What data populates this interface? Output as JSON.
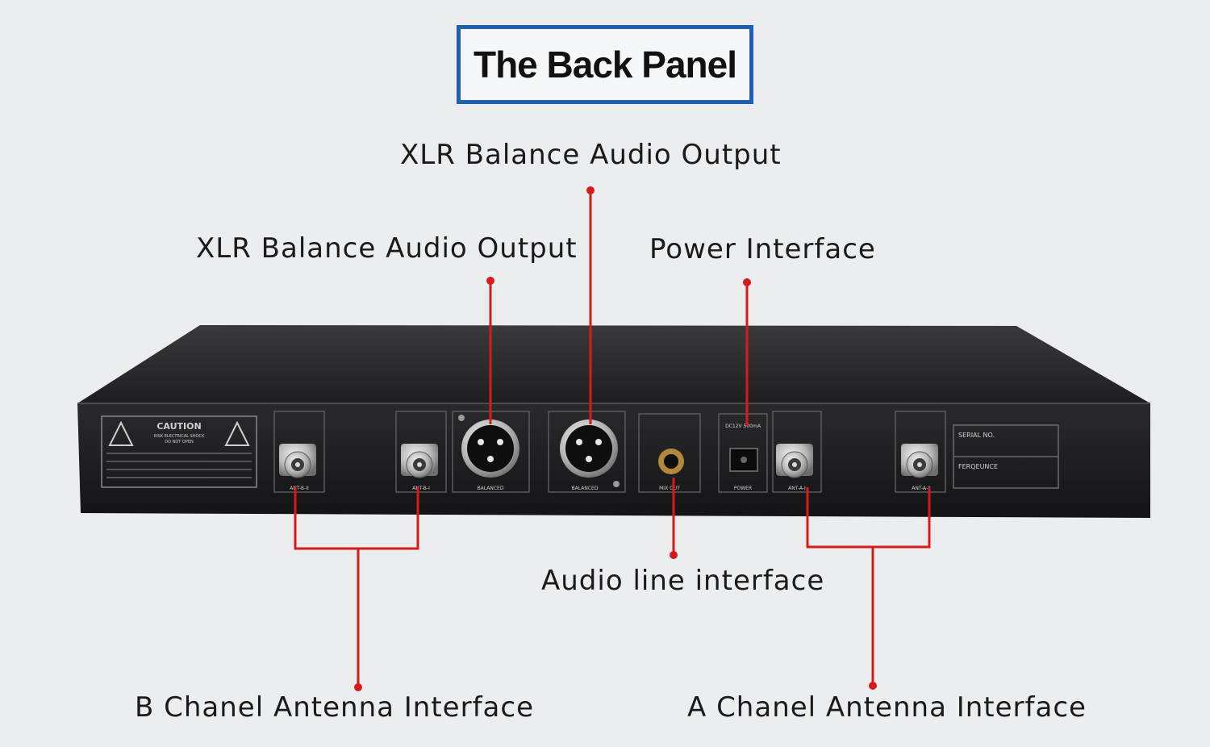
{
  "title": "The Back Panel",
  "callouts": {
    "xlr_output_top": "XLR Balance Audio Output",
    "xlr_output_left": "XLR Balance Audio Output",
    "power_interface": "Power Interface",
    "audio_line_interface": "Audio line interface",
    "b_channel_antenna": "B Chanel  Antenna Interface",
    "a_channel_antenna": "A Chanel  Antenna Interface"
  },
  "panel": {
    "caution_title": "CAUTION",
    "caution_sub": "RISK ELECTRICAL SHOCK",
    "caution_sub2": "DO NOT OPEN",
    "serial_label": "SERIAL NO.",
    "frequency_label": "FERQEUNCE",
    "port_labels": {
      "ant_b_left": "ANT-B-II",
      "ant_b_right": "ANT-B-I",
      "balanced_1": "BALANCED",
      "balanced_2": "BALANCED",
      "mix_out": "MIX OUT",
      "power": "POWER",
      "ant_a_left": "ANT-A-I",
      "ant_a_right": "ANT-A-II"
    },
    "power_rating": "DC12V 500mA"
  },
  "colors": {
    "callout_line": "#d91a1a",
    "title_border": "#1f5fb3",
    "chassis": "#1c1c1e"
  }
}
